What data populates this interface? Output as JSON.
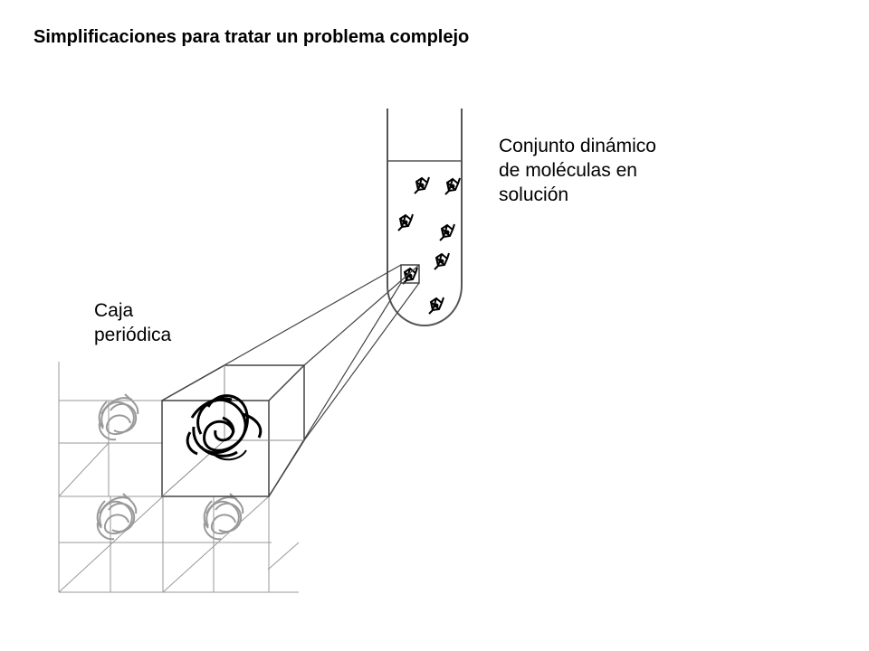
{
  "slide": {
    "title": "Simplificaciones para tratar un problema complejo"
  },
  "labels": {
    "solution": [
      "Conjunto dinámico",
      "de moléculas en",
      "solución"
    ],
    "periodic_box": [
      "Caja",
      "periódica"
    ]
  },
  "icons": {
    "test_tube": "test-tube-icon",
    "molecule": "molecule-icon",
    "protein": "protein-coil-icon"
  },
  "colors": {
    "ink": "#000000",
    "gray_copy": "#9a9a9a",
    "line": "#444444"
  }
}
